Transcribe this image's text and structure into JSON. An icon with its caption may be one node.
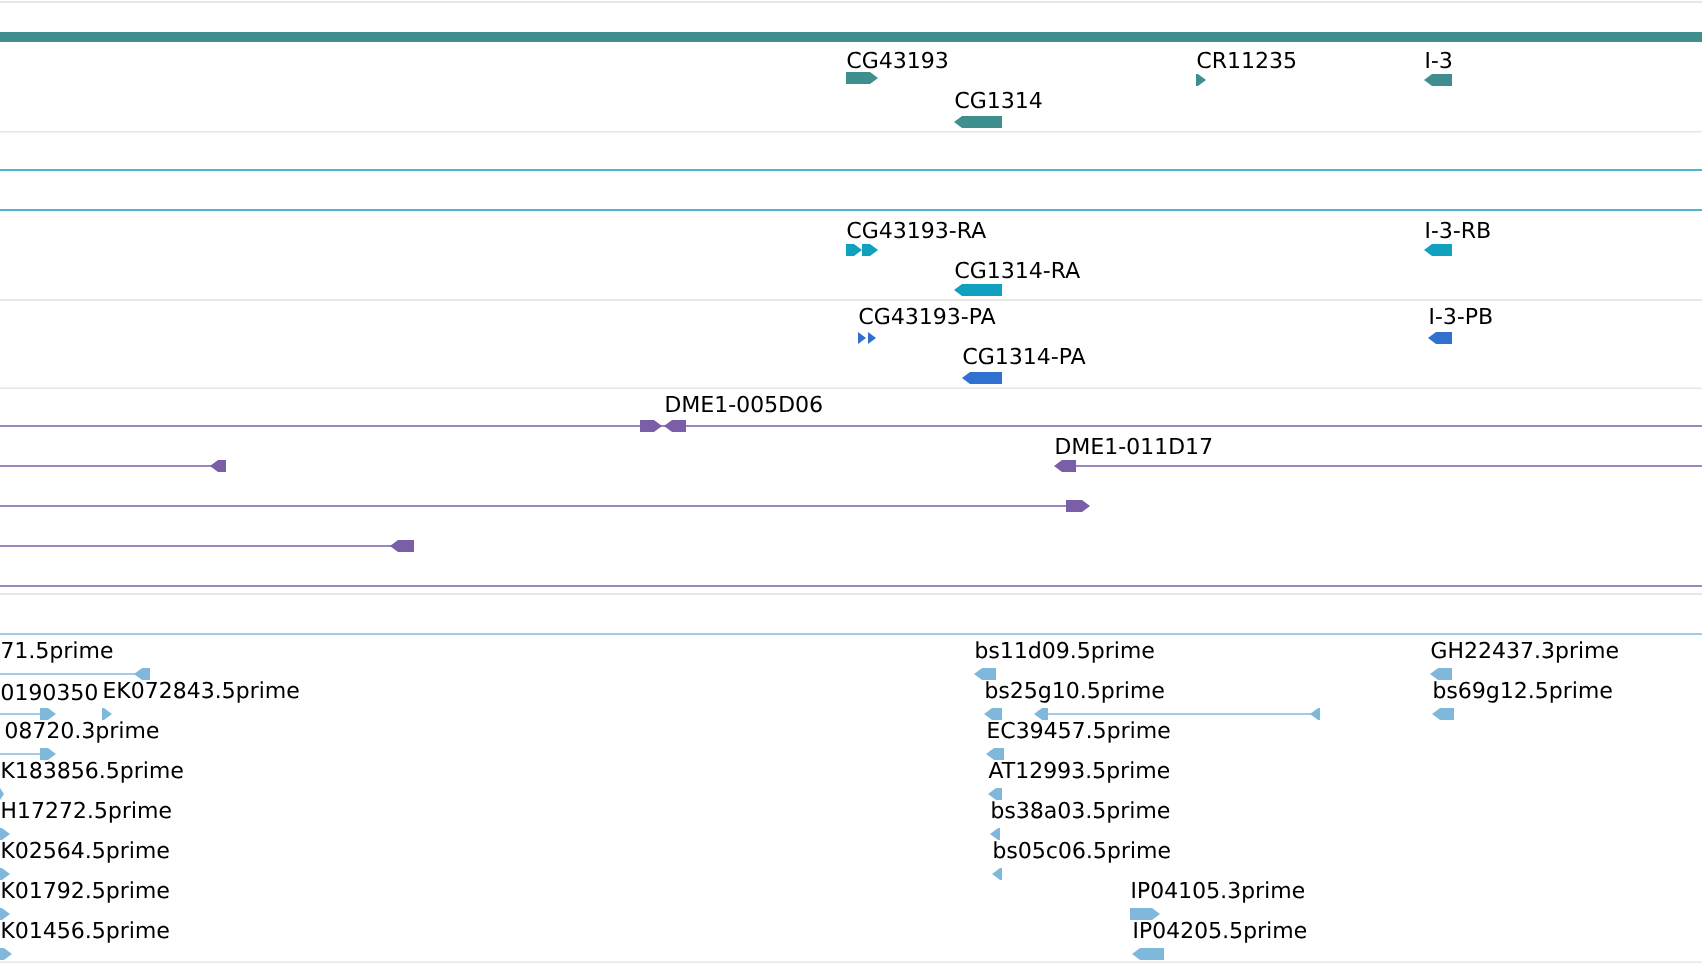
{
  "diagram": {
    "labels": [
      "CG43193",
      "CR11235",
      "I-3",
      "CG1314",
      "CG43193-RA",
      "I-3-RB",
      "CG1314-RA",
      "CG43193-PA",
      "I-3-PB",
      "CG1314-PA",
      "DME1-005D06",
      "DME1-011D17",
      "71.5prime",
      "bs11d09.5prime",
      "GH22437.3prime",
      "0190350",
      "EK072843.5prime",
      "bs25g10.5prime",
      "bs69g12.5prime",
      "08720.3prime",
      "EC39457.5prime",
      "K183856.5prime",
      "AT12993.5prime",
      "H17272.5prime",
      "bs38a03.5prime",
      "K02564.5prime",
      "bs05c06.5prime",
      "K01792.5prime",
      "IP04105.3prime",
      "K01456.5prime",
      "IP04205.5prime"
    ]
  }
}
